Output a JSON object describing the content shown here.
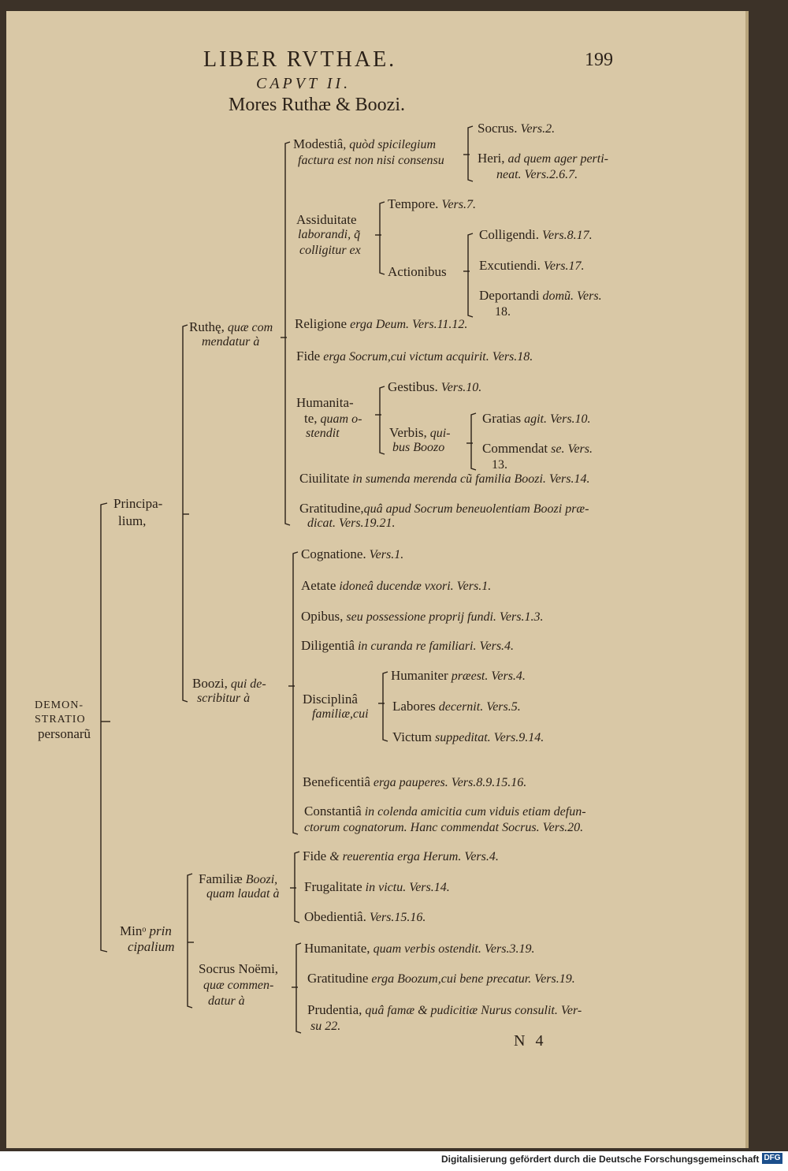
{
  "running_head": "LIBER RVTHAE.",
  "page_number": "199",
  "chapter": "CAPVT II.",
  "title": "Mores Ruthæ & Boozi.",
  "signature": "N 4",
  "root": {
    "l1": "DEMON-",
    "l2": "STRATIO",
    "l3": "personarũ"
  },
  "principal": {
    "l1": "Principa-",
    "l2": "lium,"
  },
  "minus": {
    "l1a": "Minᵒ",
    "l1b": " prin",
    "l2": "cipalium"
  },
  "ruth": {
    "l1a": "Ruthę,",
    "l1b": " quæ com",
    "l2": "mendatur à"
  },
  "booz": {
    "l1a": "Boozi,",
    "l1b": " qui de-",
    "l2": "scribitur à"
  },
  "famil": {
    "l1a": "Familiæ",
    "l1b": " Boozi,",
    "l2": "quam laudat à"
  },
  "socrus": {
    "l1a": "Socrus Noëmi,",
    "l2": "quæ commen-",
    "l3": "datur à"
  },
  "modestia": {
    "l1a": "Modestiâ",
    "l1b": ", quòd spicilegium",
    "l2": "factura est non nisi consensu"
  },
  "socrus_v": {
    "a": "Socrus.",
    "b": " Vers.2."
  },
  "heri": {
    "a": "Heri,",
    "b": " ad quem ager perti-",
    "c": "neat. Vers.2.6.7."
  },
  "assid": {
    "l1": "Assiduitate",
    "l2": "laborandi, q̃",
    "l3": "colligitur ex"
  },
  "tempore": {
    "a": "Tempore.",
    "b": " Vers.7."
  },
  "actionibus": "Actionibus",
  "colligendi": {
    "a": "Colligendi.",
    "b": " Vers.8.17."
  },
  "excutiendi": {
    "a": "Excutiendi.",
    "b": " Vers.17."
  },
  "deport": {
    "a": "Deportandi",
    "b": " domũ. Vers.",
    "c": "18."
  },
  "religione": {
    "a": "Religione",
    "b": " erga Deum. Vers.11.12."
  },
  "fide_r": {
    "a": "Fide",
    "b": " erga Socrum,cui victum acquirit. Vers.18."
  },
  "humanit": {
    "l1": "Humanita-",
    "l2a": "te,",
    "l2b": " quam o-",
    "l3": "stendit"
  },
  "gestibus": {
    "a": "Gestibus.",
    "b": " Vers.10."
  },
  "verbis": {
    "a": "Verbis,",
    "b": " qui-",
    "c": "bus Boozo"
  },
  "gratias": {
    "a": "Gratias",
    "b": " agit. Vers.10."
  },
  "commendat": {
    "a": "Commendat",
    "b": " se. Vers.",
    "c": "13."
  },
  "ciuil": {
    "a": "Ciuilitate",
    "b": " in sumenda merenda cũ familia Boozi. Vers.14."
  },
  "gratit_r": {
    "a": "Gratitudine,",
    "b": "quâ apud Socrum beneuolentiam Boozi præ-",
    "c": "dicat. Vers.19.21."
  },
  "cognat": {
    "a": "Cognatione.",
    "b": " Vers.1."
  },
  "aetate": {
    "a": "Aetate",
    "b": " idoneâ ducendæ vxori. Vers.1."
  },
  "opibus": {
    "a": "Opibus,",
    "b": " seu possessione proprij fundi. Vers.1.3."
  },
  "dilig": {
    "a": "Diligentiâ",
    "b": " in curanda re familiari. Vers.4."
  },
  "discip": {
    "l1": "Disciplinâ",
    "l2": "familiæ,cui"
  },
  "human_b": {
    "a": "Humaniter",
    "b": " præest. Vers.4."
  },
  "labores": {
    "a": "Labores",
    "b": " decernit. Vers.5."
  },
  "victum": {
    "a": "Victum",
    "b": " suppeditat. Vers.9.14."
  },
  "benef": {
    "a": "Beneficentiâ",
    "b": " erga pauperes. Vers.8.9.15.16."
  },
  "const": {
    "a": "Constantiâ",
    "b": " in colenda amicitia cum viduis etiam defun-",
    "c": "ctorum cognatorum. Hanc commendat Socrus. Vers.20."
  },
  "fide_f": {
    "a": "Fide",
    "b": " & reuerentia erga Herum. Vers.4."
  },
  "frugal": {
    "a": "Frugalitate",
    "b": " in victu. Vers.14."
  },
  "obed": {
    "a": "Obedientiâ.",
    "b": " Vers.15.16."
  },
  "human_s": {
    "a": "Humanitate,",
    "b": " quam verbis ostendit. Vers.3.19."
  },
  "gratit_s": {
    "a": "Gratitudine",
    "b": " erga Boozum,cui bene precatur. Vers.19."
  },
  "prud": {
    "a": "Prudentia,",
    "b": " quâ famæ & pudicitiæ Nurus consulit. Ver-",
    "c": "su 22."
  },
  "footer": "Digitalisierung gefördert durch die Deutsche Forschungsgemeinschaft ·",
  "footer_logo": "DFG"
}
